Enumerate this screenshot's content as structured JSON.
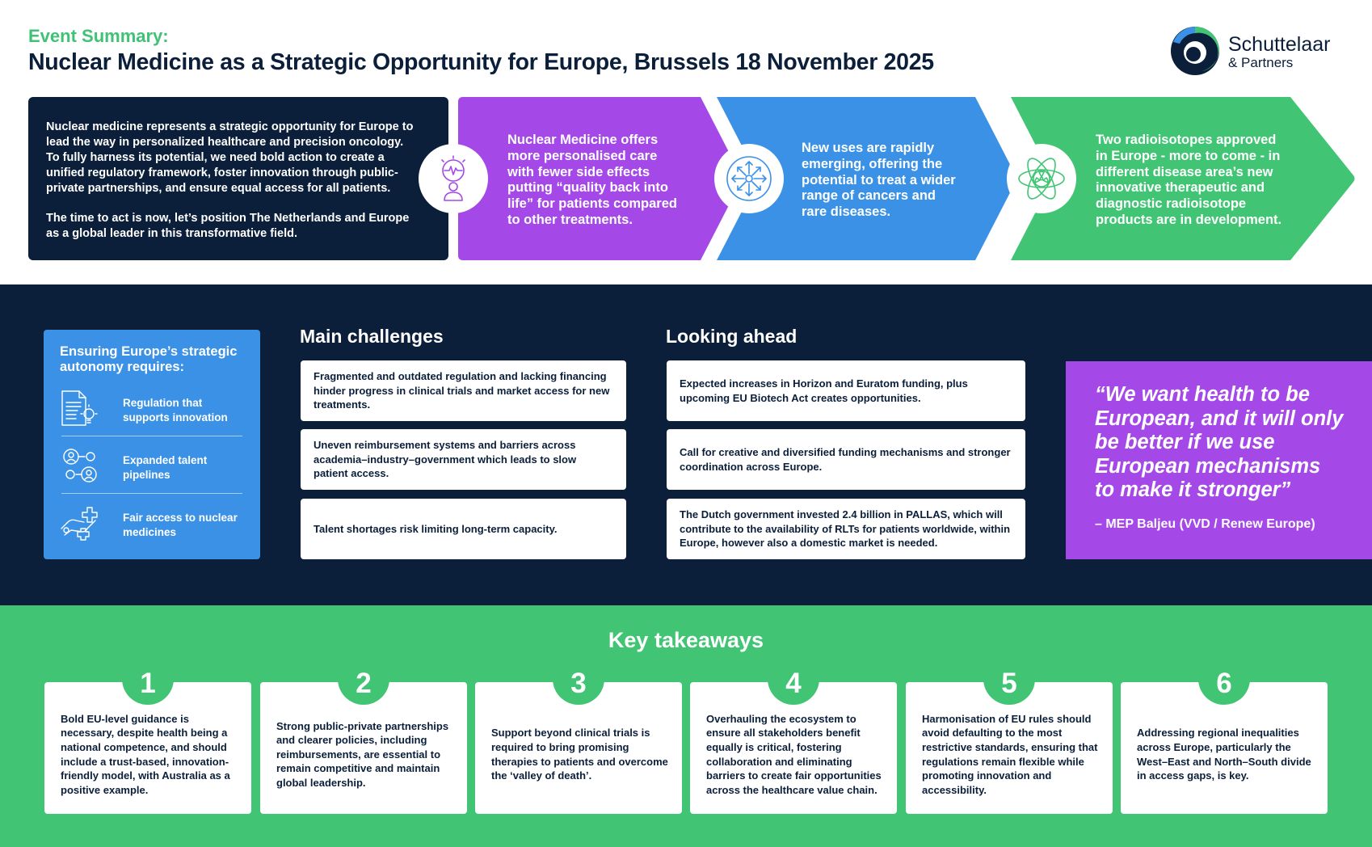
{
  "header": {
    "eyebrow": "Event Summary:",
    "title": "Nuclear Medicine as a Strategic Opportunity for Europe, Brussels 18 November 2025"
  },
  "logo": {
    "name": "Schuttelaar",
    "sub": "& Partners"
  },
  "intro": {
    "p1": "Nuclear medicine represents a strategic opportunity for Europe to lead the way in personalized healthcare and precision oncology. To fully harness its potential, we need bold action to create a unified regulatory framework, foster innovation through public-private partnerships, and ensure equal access for all patients.",
    "p2": "The time to act is now, let’s position The Netherlands and Europe as a global leader in this transformative field."
  },
  "highlights": [
    {
      "text": "Nuclear Medicine offers more personalised care with fewer side effects putting “quality back into life” for patients compared to other treatments.",
      "icon": "patient-heartbeat-icon",
      "color": "#a449e8"
    },
    {
      "text": "New uses are rapidly emerging, offering the potential to treat a wider range of cancers and rare diseases.",
      "icon": "expand-arrows-icon",
      "color": "#3b91e5"
    },
    {
      "text": "Two radioisotopes approved in Europe - more to come - in different disease area’s new innovative therapeutic and diagnostic radioisotope products are in development.",
      "icon": "atom-radiation-icon",
      "color": "#41c574"
    }
  ],
  "autonomy": {
    "title": "Ensuring Europe’s strategic autonomy requires:",
    "items": [
      {
        "label": "Regulation that supports innovation",
        "icon": "document-idea-icon"
      },
      {
        "label": "Expanded talent pipelines",
        "icon": "people-network-icon"
      },
      {
        "label": "Fair access to nuclear medicines",
        "icon": "hand-medical-icon"
      }
    ]
  },
  "challenges": {
    "heading": "Main challenges",
    "items": [
      "Fragmented and outdated regulation and lacking financing hinder progress in clinical trials and market access for new treatments.",
      "Uneven reimbursement systems and barriers across academia–industry–government which leads to slow patient access.",
      "Talent shortages risk limiting long-term capacity."
    ]
  },
  "ahead": {
    "heading": "Looking ahead",
    "items": [
      "Expected increases in Horizon and Euratom funding, plus upcoming EU Biotech Act creates opportunities.",
      "Call for creative and diversified funding mechanisms and stronger coordination across Europe.",
      "The Dutch government invested 2.4 billion in PALLAS, which will contribute to the availability of RLTs for patients worldwide, within Europe, however also a domestic market is needed."
    ]
  },
  "quote": {
    "text": "“We want health to be European, and it will only be better if we use European mechanisms to make it stronger”",
    "source": "– MEP Baljeu (VVD / Renew Europe)"
  },
  "takeaways": {
    "heading": "Key takeaways",
    "items": [
      {
        "num": "1",
        "text": "Bold EU-level guidance is necessary, despite health being a national competence, and should include a trust-based, innovation-friendly model, with Australia as a positive example."
      },
      {
        "num": "2",
        "text": "Strong public-private partnerships and clearer policies, including reimbursements, are essential to remain competitive and maintain global leadership."
      },
      {
        "num": "3",
        "text": "Support beyond clinical trials is required to bring promising therapies to patients and overcome the ‘valley of death’."
      },
      {
        "num": "4",
        "text": "Overhauling the ecosystem to ensure all stakeholders benefit equally is critical, fostering collaboration and eliminating barriers to create fair opportunities across the healthcare value chain."
      },
      {
        "num": "5",
        "text": "Harmonisation of EU rules should avoid defaulting to the most restrictive standards, ensuring that regulations remain flexible while promoting innovation and accessibility."
      },
      {
        "num": "6",
        "text": "Addressing regional inequalities across Europe, particularly the West–East and North–South divide in access gaps, is key."
      }
    ]
  },
  "colors": {
    "navy": "#0b1f3a",
    "purple": "#a449e8",
    "blue": "#3b91e5",
    "green": "#41c574"
  }
}
